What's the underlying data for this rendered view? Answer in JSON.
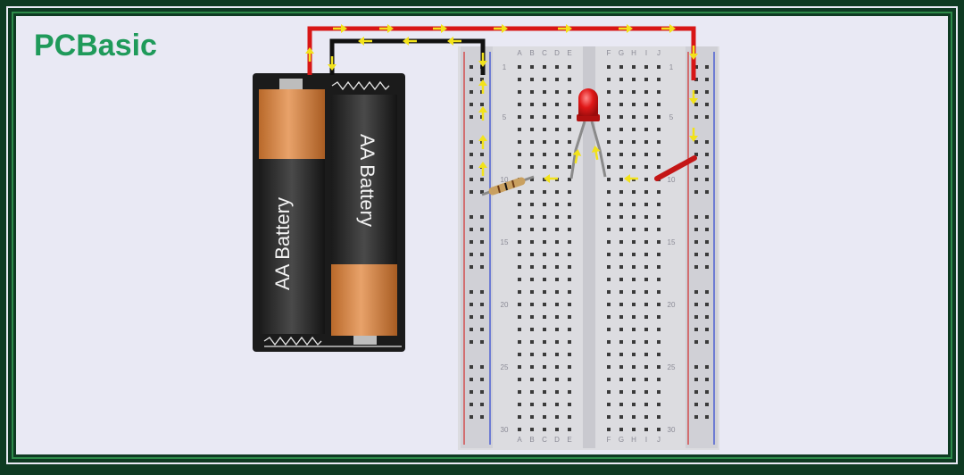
{
  "logo": {
    "text": "PCBasic",
    "color": "#1f9a5a"
  },
  "battery": {
    "label_left": "AA Battery",
    "label_right": "AA Battery"
  },
  "breadboard": {
    "columns_left": [
      "A",
      "B",
      "C",
      "D",
      "E"
    ],
    "columns_right": [
      "F",
      "G",
      "H",
      "I",
      "J"
    ],
    "row_numbers": [
      "1",
      "5",
      "10",
      "15",
      "20",
      "25",
      "30"
    ],
    "row_count": 30
  },
  "colors": {
    "frame_outer": "#0e3a22",
    "frame_line": "#2e8b4a",
    "background": "#e9e9f4",
    "wire_red": "#d81616",
    "wire_black": "#111111",
    "arrow": "#f2e21a",
    "led": "#e01818",
    "rail_red": "#d23a3a",
    "rail_blue": "#3a4fd2"
  }
}
